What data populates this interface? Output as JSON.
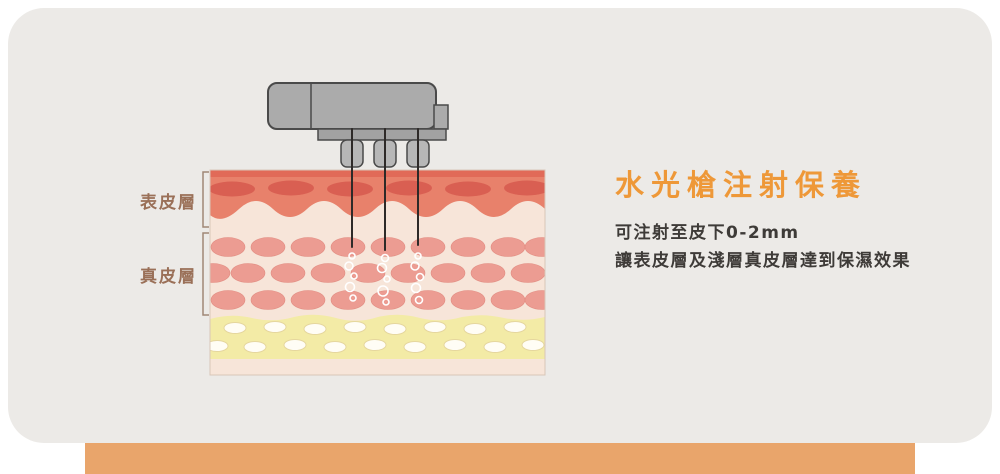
{
  "diagram": {
    "title": "水光槍注射保養",
    "description": [
      "可注射至皮下0-2mm",
      "讓表皮層及淺層真皮層達到保濕效果"
    ],
    "layer_labels": {
      "epidermis": "表皮層",
      "dermis": "真皮層"
    }
  },
  "colors": {
    "accent_orange": "#EE9838",
    "footer_orange": "#E9A56B",
    "card_background": "#ECEAE7",
    "label_brown": "#9A7058",
    "epidermis_red": "#E8816B",
    "epidermis_dark_red": "#D95F52",
    "dermis_cream": "#F7E5D9",
    "dermis_pink": "#EC9C92",
    "fat_yellow": "#F3EBA6",
    "device_gray": "#ABABAB",
    "text_dark": "#3E3B38"
  }
}
